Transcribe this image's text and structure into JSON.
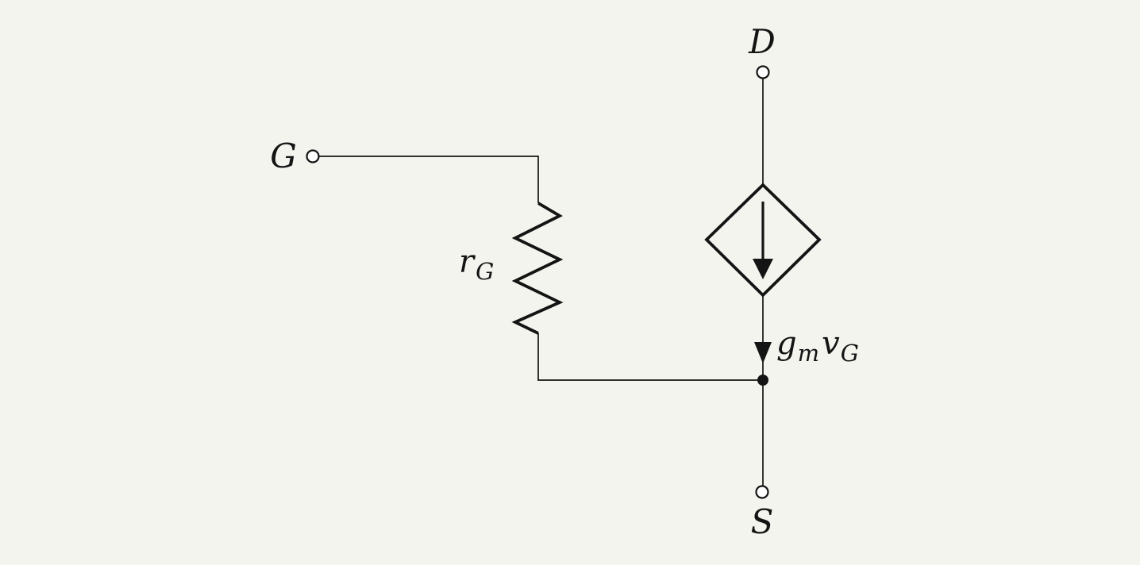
{
  "colors": {
    "background": "#f4f4ef",
    "stroke": "#141414",
    "terminal_fill": "#ffffff"
  },
  "labels": {
    "gate": "G",
    "drain": "D",
    "source": "S",
    "resistor_main": "r",
    "resistor_sub": "G",
    "gain_main": "g",
    "gain_sub": "m",
    "control_main": "v",
    "control_sub": "G"
  },
  "diagram": {
    "terminals": [
      "G",
      "D",
      "S"
    ],
    "components": [
      {
        "name": "gate-resistor",
        "type": "resistor",
        "label": "rG"
      },
      {
        "name": "dependent-current-source",
        "type": "diamond-current-source",
        "label": "gmvG",
        "arrow_direction": "down"
      }
    ]
  }
}
